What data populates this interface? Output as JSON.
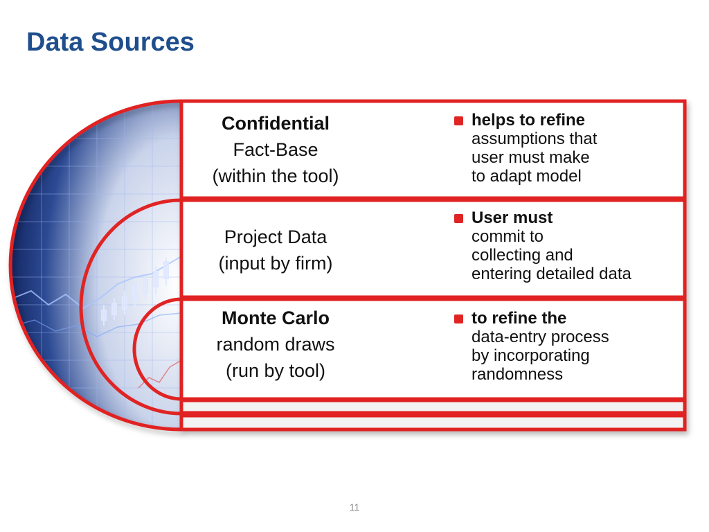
{
  "slide": {
    "title": "Data Sources",
    "page_number": "11"
  },
  "colors": {
    "title": "#1f4e8c",
    "frame_red": "#e02424",
    "chart_blue": "#1a2f6e"
  },
  "rows": [
    {
      "title_lines": [
        "Confidential",
        "Fact-Base",
        "(within the tool)"
      ],
      "bullet_head": "helps to refine",
      "bullet_lines": [
        "assumptions that",
        "user must make",
        "to adapt model"
      ]
    },
    {
      "title_lines": [
        "Project Data",
        "(input by firm)"
      ],
      "bullet_head": "User must",
      "bullet_lines": [
        "commit to",
        "collecting and",
        "entering detailed data"
      ]
    },
    {
      "title_lines": [
        "Monte Carlo",
        "random draws",
        "(run by tool)"
      ],
      "bullet_head": "to refine the",
      "bullet_lines": [
        "data-entry process",
        "by incorporating",
        "randomness"
      ]
    }
  ],
  "background_image": {
    "icon": "stock-chart-image"
  }
}
